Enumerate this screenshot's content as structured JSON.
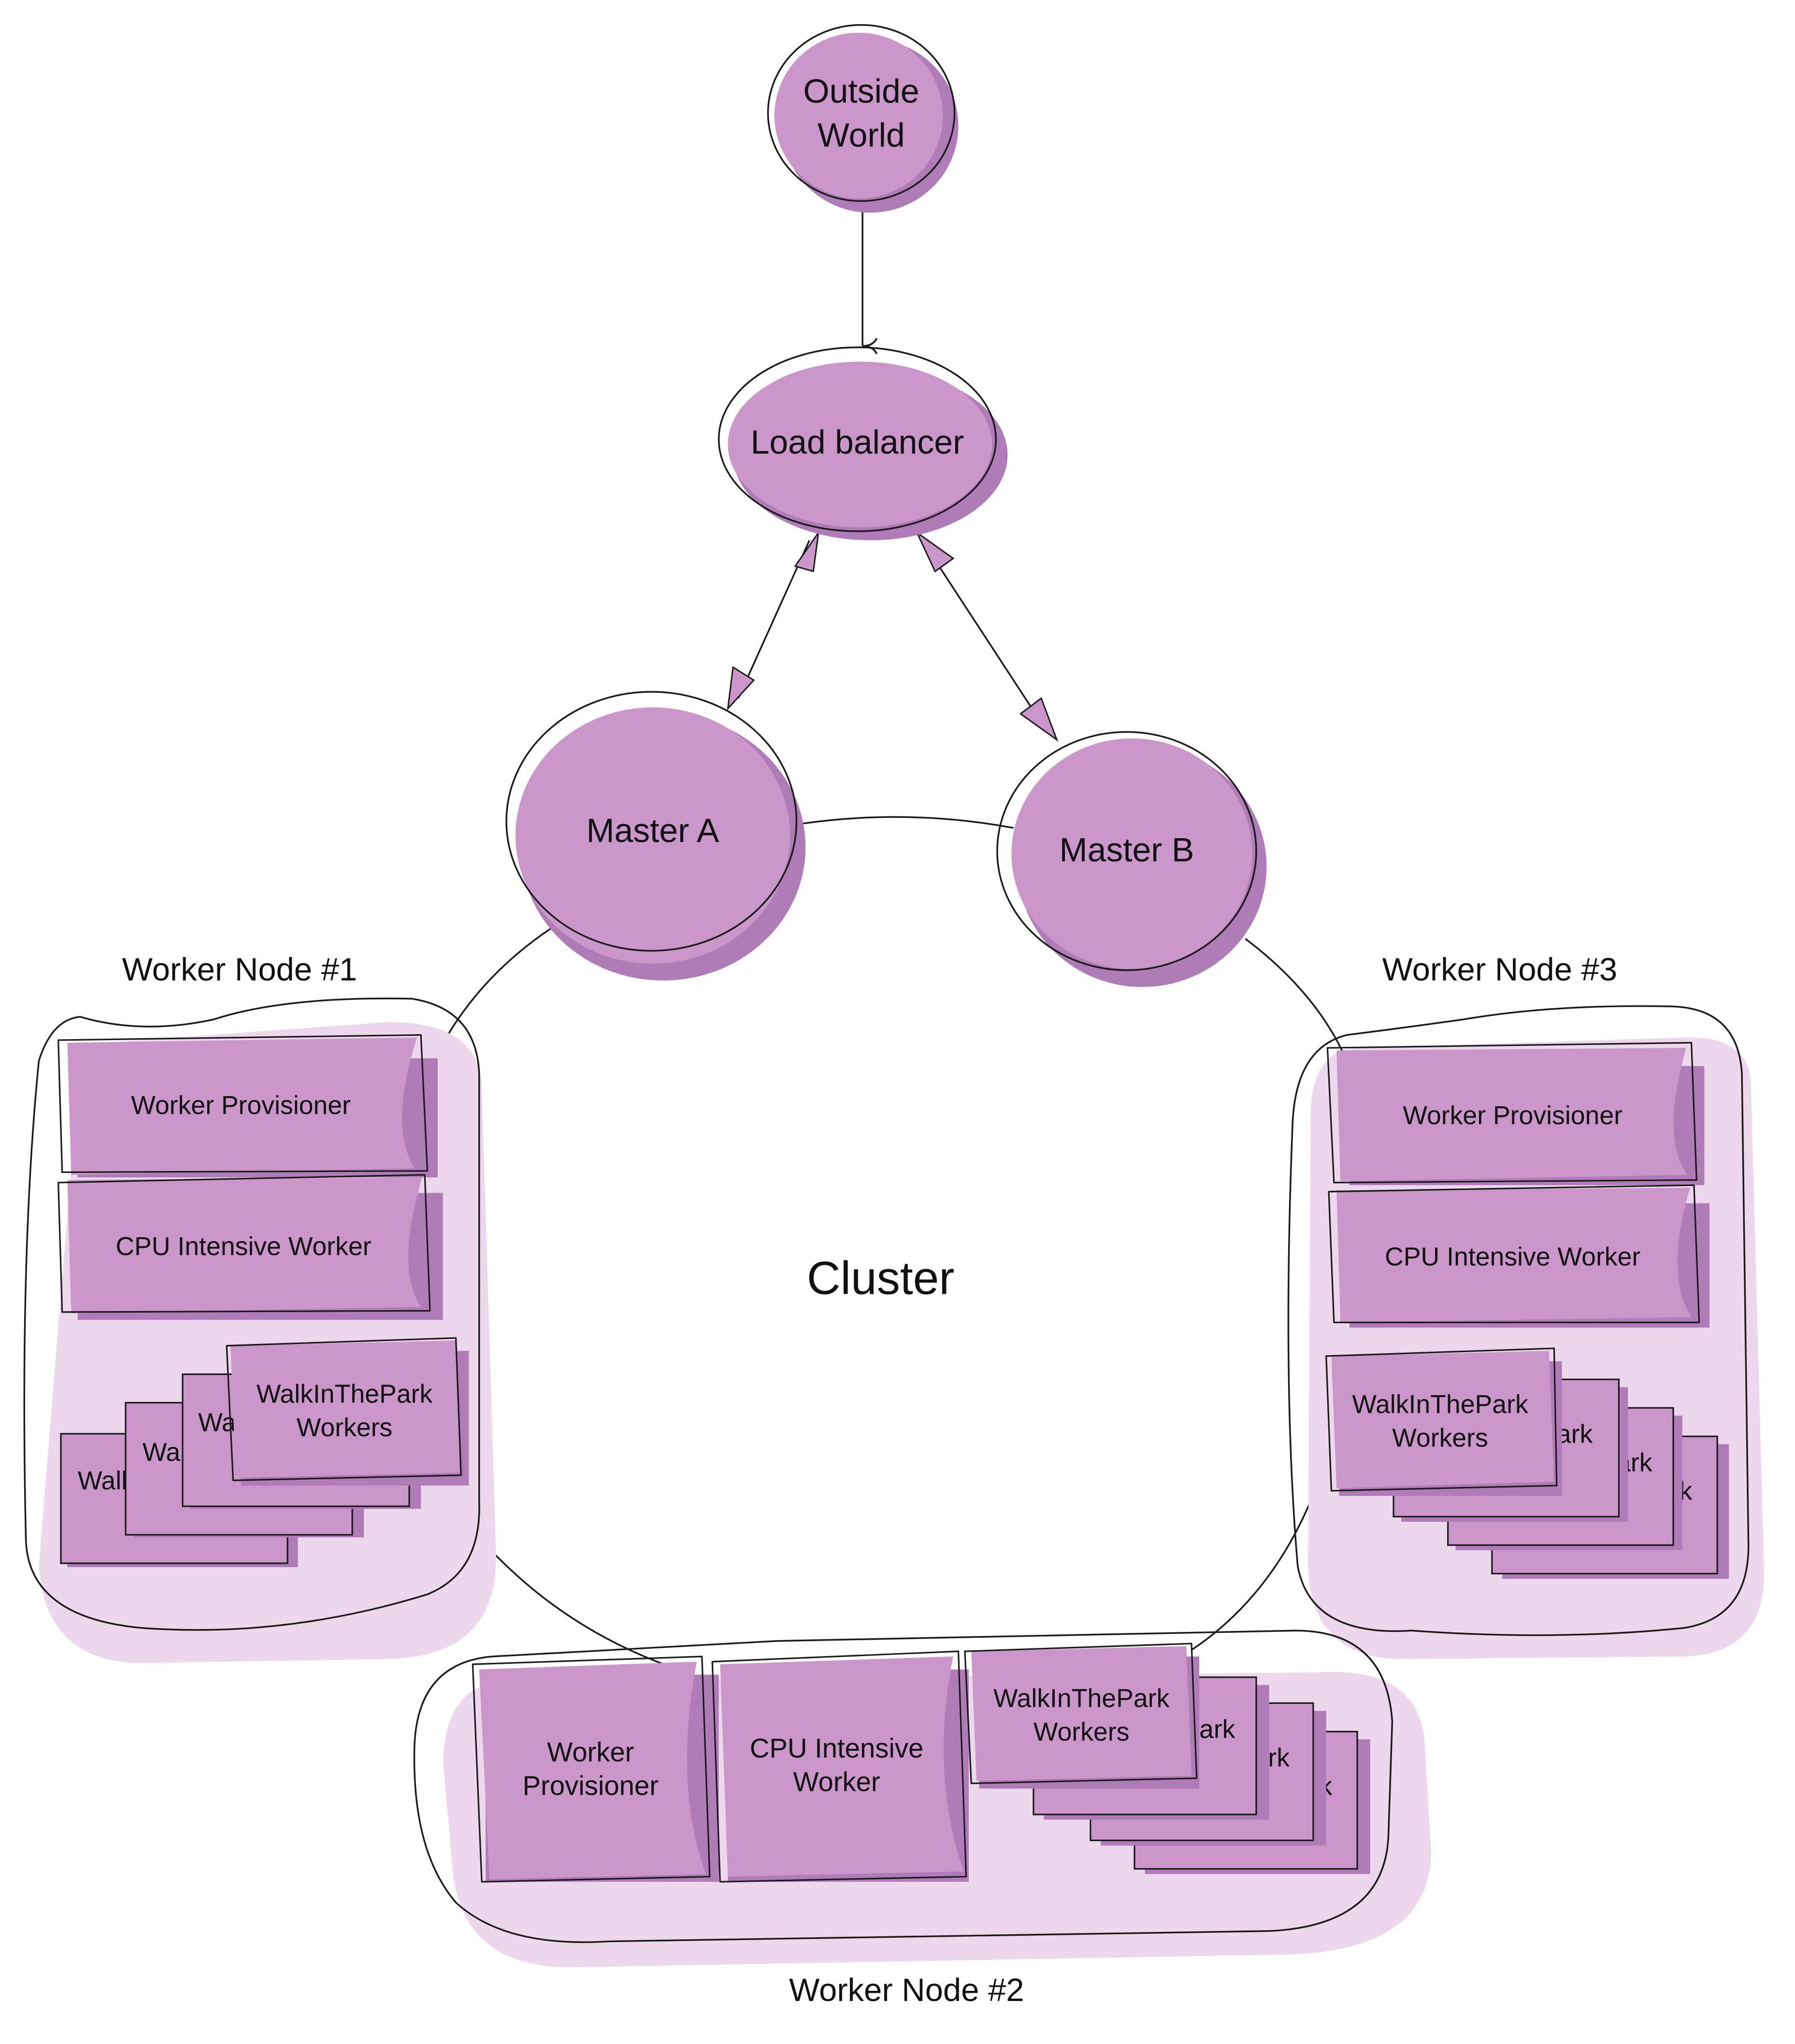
{
  "colors": {
    "fill": "#CB97CB",
    "shade": "#B07CB8",
    "container_shadow": "#ECD7EC",
    "stroke": "#1a1a1a"
  },
  "nodes": {
    "outside_world": [
      "Outside",
      "World"
    ],
    "load_balancer": "Load balancer",
    "master_a": "Master A",
    "master_b": "Master B"
  },
  "cluster_label": "Cluster",
  "worker_nodes": [
    {
      "title": "Worker Node #1",
      "provisioner": "Worker Provisioner",
      "cpu": "CPU Intensive Worker",
      "walk": [
        "WalkInThePark",
        "Workers"
      ],
      "partials": [
        "Walk",
        "Wal",
        "Wa"
      ]
    },
    {
      "title": "Worker Node #2",
      "provisioner": [
        "Worker",
        "Provisioner"
      ],
      "cpu": [
        "CPU Intensive",
        "Worker"
      ],
      "walk": [
        "WalkInThePark",
        "Workers"
      ],
      "partials": [
        "ark",
        "ark",
        "rk"
      ]
    },
    {
      "title": "Worker Node #3",
      "provisioner": "Worker Provisioner",
      "cpu": "CPU Intensive Worker",
      "walk": [
        "WalkInThePark",
        "Workers"
      ],
      "partials": [
        "ark",
        "ark",
        "rk"
      ]
    }
  ]
}
